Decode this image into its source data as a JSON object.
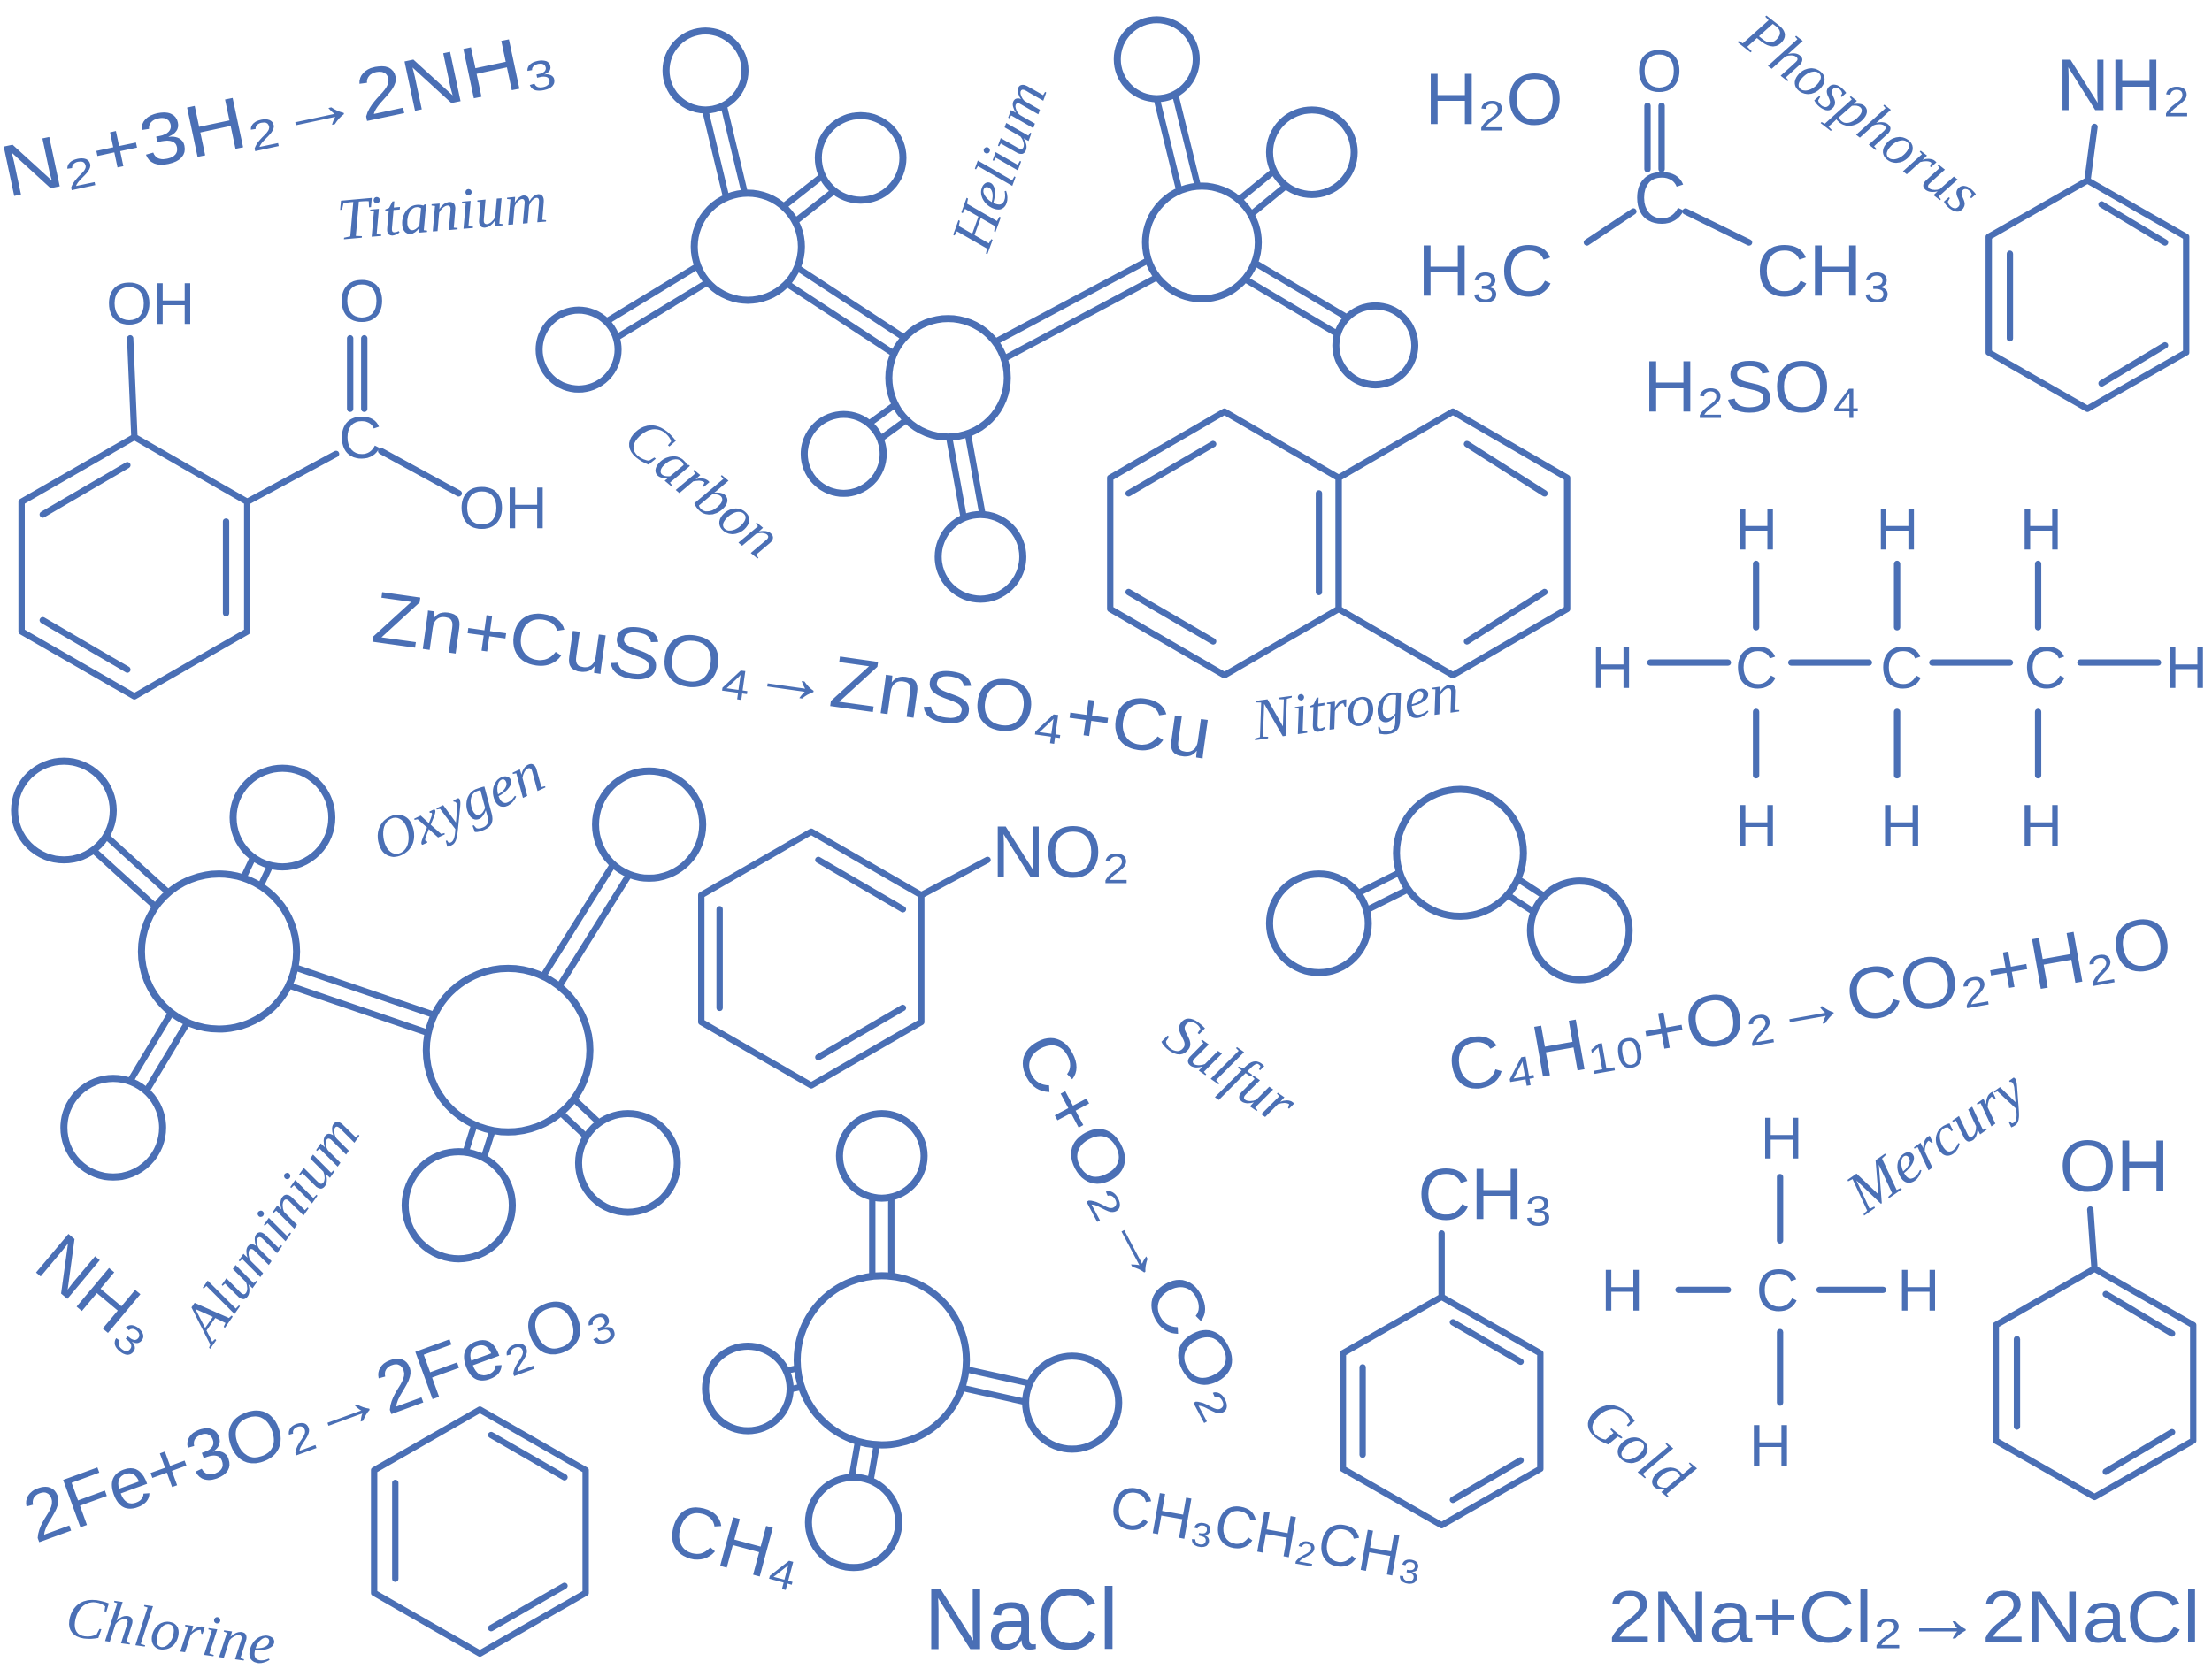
{
  "colors": {
    "ink": "#4a6fb5",
    "background": "#ffffff"
  },
  "equations": {
    "ammonia": "N₂+3H₂→2NH₃",
    "zinc": "Zn+CuSO₄→ZnSO₄+Cu",
    "butane": "C₄H₁₀+O₂→CO₂+H₂O",
    "carbon": "C+O₂→CO₂",
    "iron": "2Fe+3O₂→2Fe₂O₃",
    "sodium": "2Na+Cl₂→2NaCl"
  },
  "formulas": {
    "water": "H₂O",
    "sulfuric": "H₂SO₄",
    "nh2": "NH₂",
    "no2": "NO₂",
    "ch3_toluene": "CH₃",
    "oh_phenol": "OH",
    "nh3": "NH₃",
    "ch4": "CH₄",
    "nacl": "NaCl",
    "propane": "CH₃CH₂CH₃"
  },
  "elements": {
    "titanium": "Titanium",
    "helium": "Helium",
    "phosphorus": "Phosphorus",
    "carbon": "Carbon",
    "nitrogen": "Nitrogen",
    "oxygen": "Oxygen",
    "sulfur": "Sulfur",
    "mercury": "Mercury",
    "aluminium": "Aluminium",
    "gold": "Gold",
    "chlorine": "Chlorine"
  },
  "acetone": {
    "o": "O",
    "c": "C",
    "left": "H₃C",
    "right": "CH₃"
  },
  "salicylic": {
    "oh_ring": "OH",
    "o": "O",
    "c": "C",
    "oh_acid": "OH"
  },
  "propane_atoms": [
    "H",
    "H",
    "H",
    "H",
    "C",
    "C",
    "C",
    "H",
    "H",
    "H",
    "H"
  ],
  "methane_atoms": [
    "H",
    "H",
    "C",
    "H",
    "H"
  ]
}
